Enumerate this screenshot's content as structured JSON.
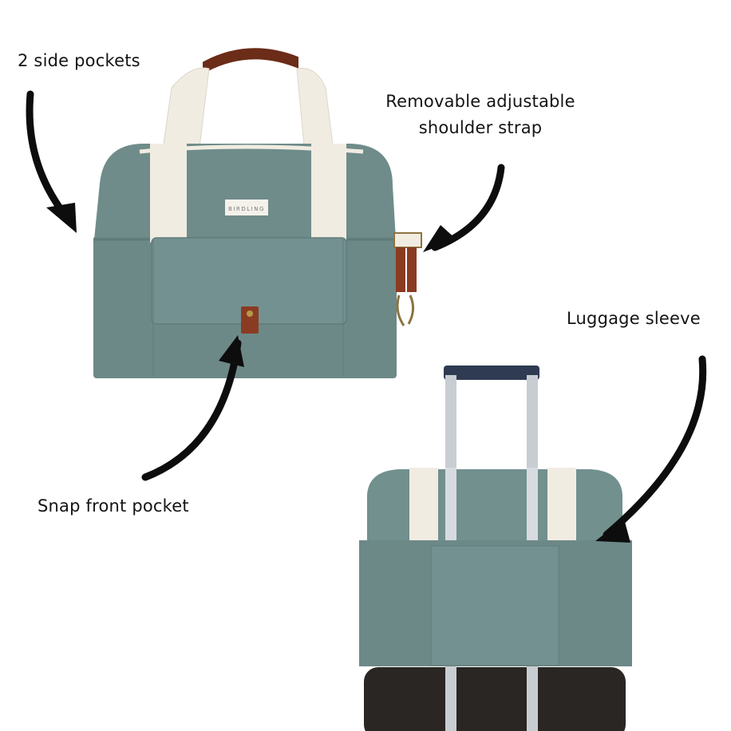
{
  "annotations": {
    "side_pockets": "2 side pockets",
    "shoulder_strap_line1": "Removable adjustable",
    "shoulder_strap_line2": "shoulder strap",
    "luggage_sleeve": "Luggage sleeve",
    "snap_front_pocket": "Snap front pocket"
  },
  "brand_label": "BIRDLING",
  "colors": {
    "bag": "#6f8c8a",
    "bag_dark": "#5f7b79",
    "strap": "#f1ece2",
    "leather": "#8a3b22",
    "arrow": "#0d0d0d",
    "trolley_handle": "#2e3b52",
    "suitcase": "#2a2624"
  }
}
